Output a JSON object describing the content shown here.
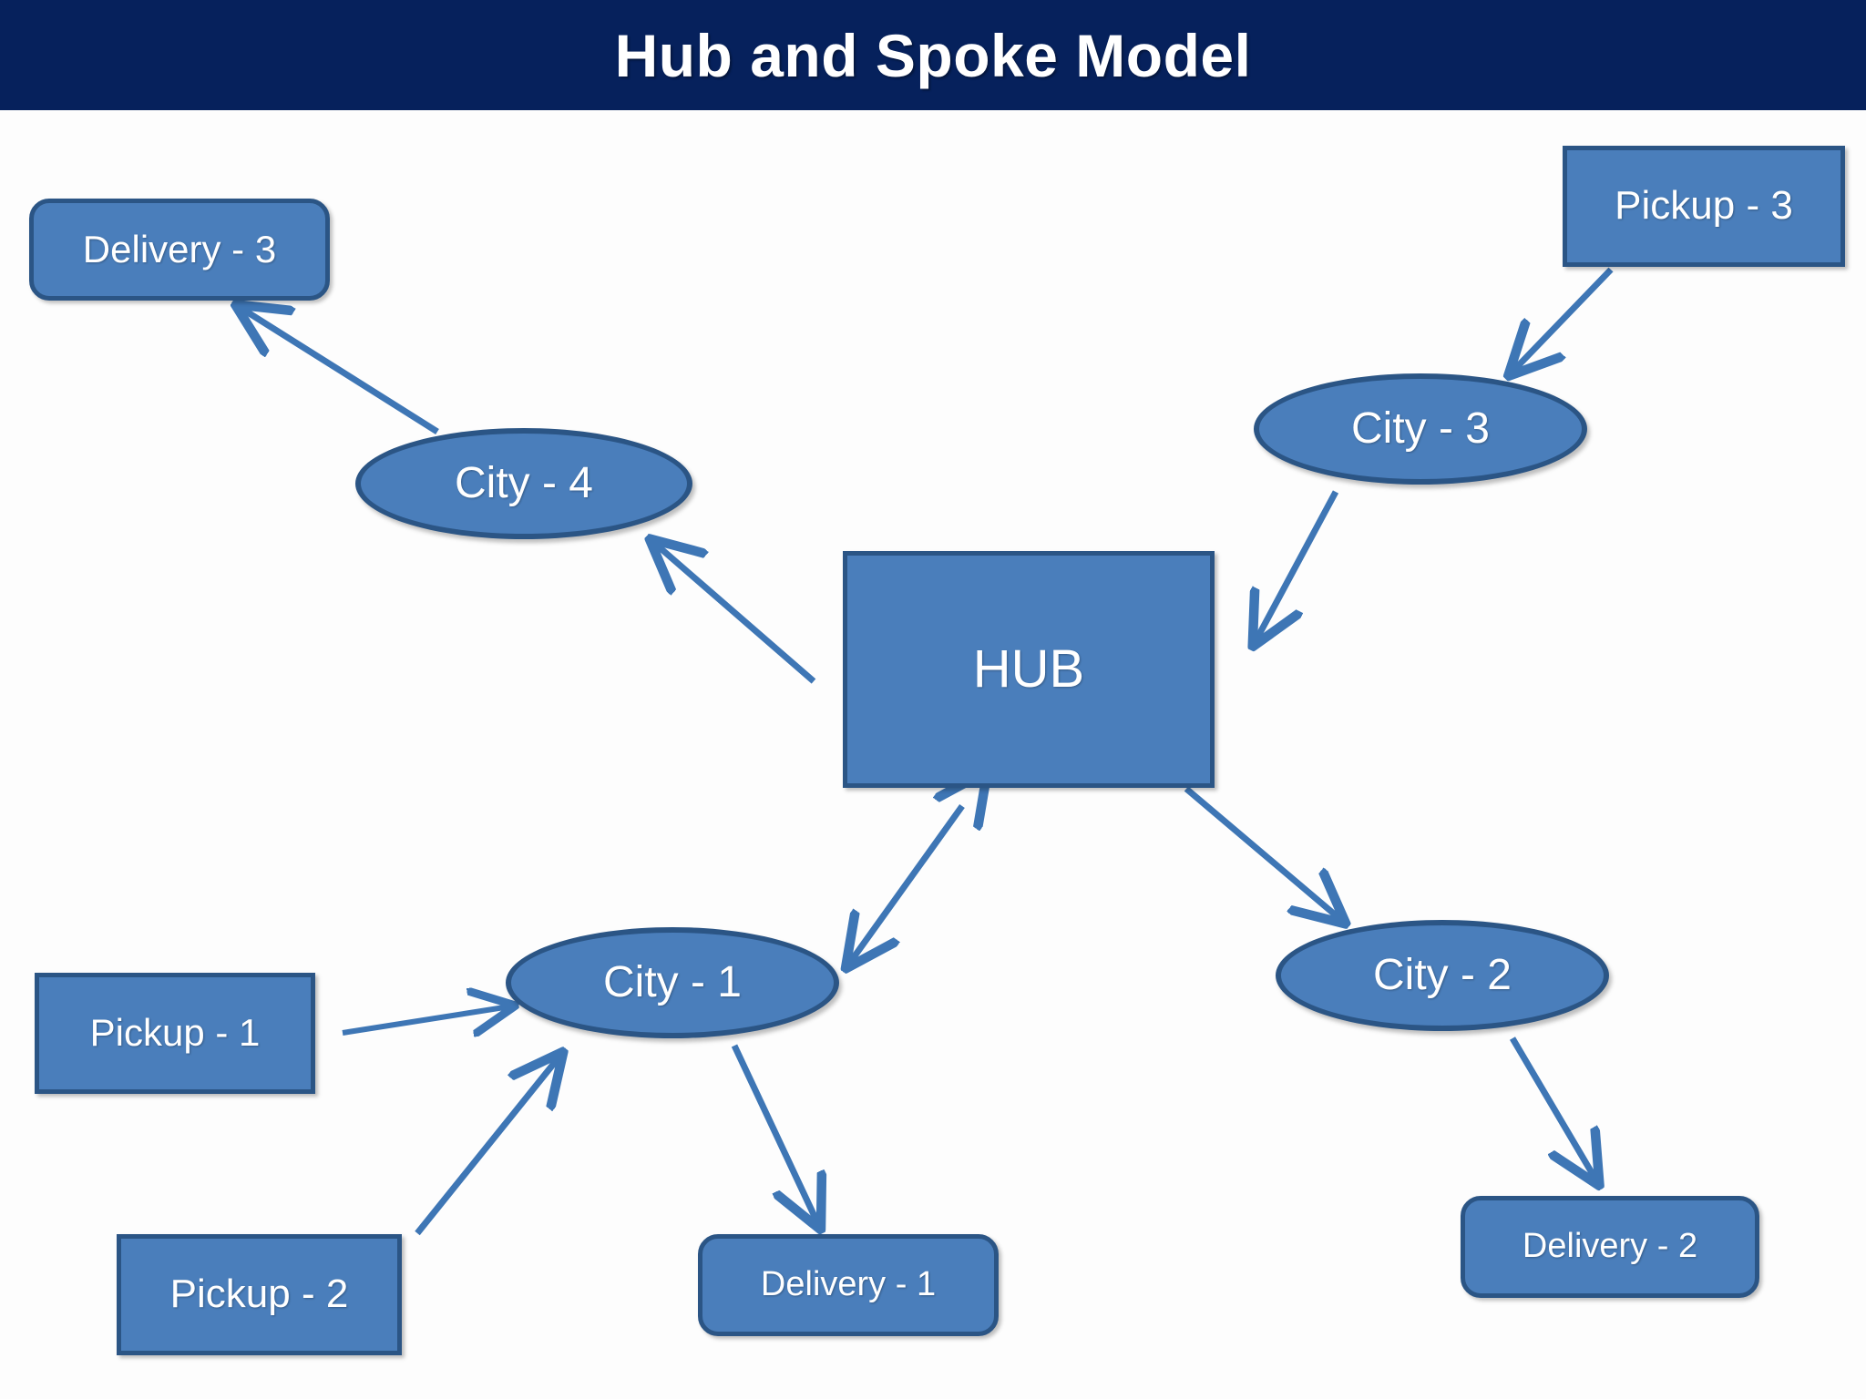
{
  "header": {
    "title": "Hub and Spoke Model",
    "background_color": "#06215C",
    "text_color": "#FFFFFF"
  },
  "theme": {
    "node_fill": "#4A7EBB",
    "node_border": "#2B5585",
    "node_text": "#FFFFFF",
    "connector_color": "#3E76B5",
    "canvas_background": "#FDFDFD"
  },
  "diagram": {
    "type": "hub-and-spoke network",
    "hub": {
      "id": "hub",
      "label": "HUB",
      "shape": "rectangle"
    },
    "nodes": [
      {
        "id": "delivery3",
        "label": "Delivery - 3",
        "shape": "rounded-rectangle",
        "role": "delivery"
      },
      {
        "id": "pickup3",
        "label": "Pickup - 3",
        "shape": "rectangle",
        "role": "pickup"
      },
      {
        "id": "city4",
        "label": "City - 4",
        "shape": "ellipse",
        "role": "city"
      },
      {
        "id": "city3",
        "label": "City - 3",
        "shape": "ellipse",
        "role": "city"
      },
      {
        "id": "city1",
        "label": "City - 1",
        "shape": "ellipse",
        "role": "city"
      },
      {
        "id": "city2",
        "label": "City - 2",
        "shape": "ellipse",
        "role": "city"
      },
      {
        "id": "pickup1",
        "label": "Pickup - 1",
        "shape": "rectangle",
        "role": "pickup"
      },
      {
        "id": "pickup2",
        "label": "Pickup - 2",
        "shape": "rectangle",
        "role": "pickup"
      },
      {
        "id": "delivery1",
        "label": "Delivery - 1",
        "shape": "rounded-rectangle",
        "role": "delivery"
      },
      {
        "id": "delivery2",
        "label": "Delivery - 2",
        "shape": "rounded-rectangle",
        "role": "delivery"
      }
    ],
    "connections": [
      {
        "from": "city4",
        "to": "delivery3",
        "arrow": "single"
      },
      {
        "from": "hub",
        "to": "city4",
        "arrow": "single"
      },
      {
        "from": "pickup3",
        "to": "city3",
        "arrow": "single"
      },
      {
        "from": "city3",
        "to": "hub",
        "arrow": "single"
      },
      {
        "from": "hub",
        "to": "city1",
        "arrow": "double"
      },
      {
        "from": "hub",
        "to": "city2",
        "arrow": "single"
      },
      {
        "from": "pickup1",
        "to": "city1",
        "arrow": "single"
      },
      {
        "from": "pickup2",
        "to": "city1",
        "arrow": "single"
      },
      {
        "from": "city1",
        "to": "delivery1",
        "arrow": "single"
      },
      {
        "from": "city2",
        "to": "delivery2",
        "arrow": "single"
      }
    ]
  }
}
